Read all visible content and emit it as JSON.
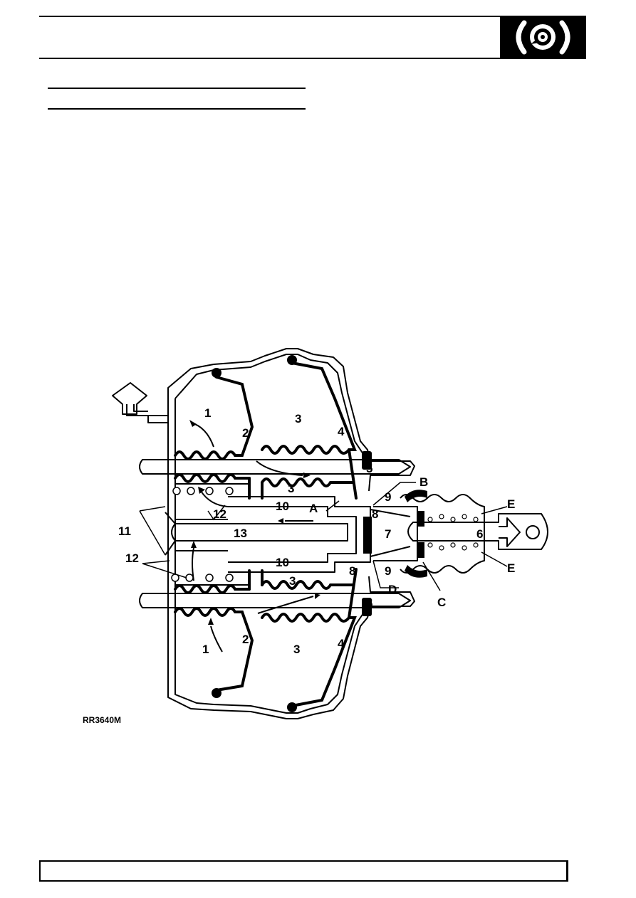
{
  "header": {
    "section_icon": "brake-disc-icon",
    "icon_colors": {
      "background": "#000000",
      "foreground": "#ffffff"
    }
  },
  "diagram": {
    "reference": "RR3640M",
    "labels": {
      "n1": "1",
      "n2": "2",
      "n3": "3",
      "n4": "4",
      "n5": "5",
      "n6": "6",
      "n7": "7",
      "n8": "8",
      "n9": "9",
      "n10": "10",
      "n11": "11",
      "n12": "12",
      "n13": "13",
      "a": "A",
      "b": "B",
      "c": "C",
      "d": "D",
      "e": "E"
    }
  }
}
